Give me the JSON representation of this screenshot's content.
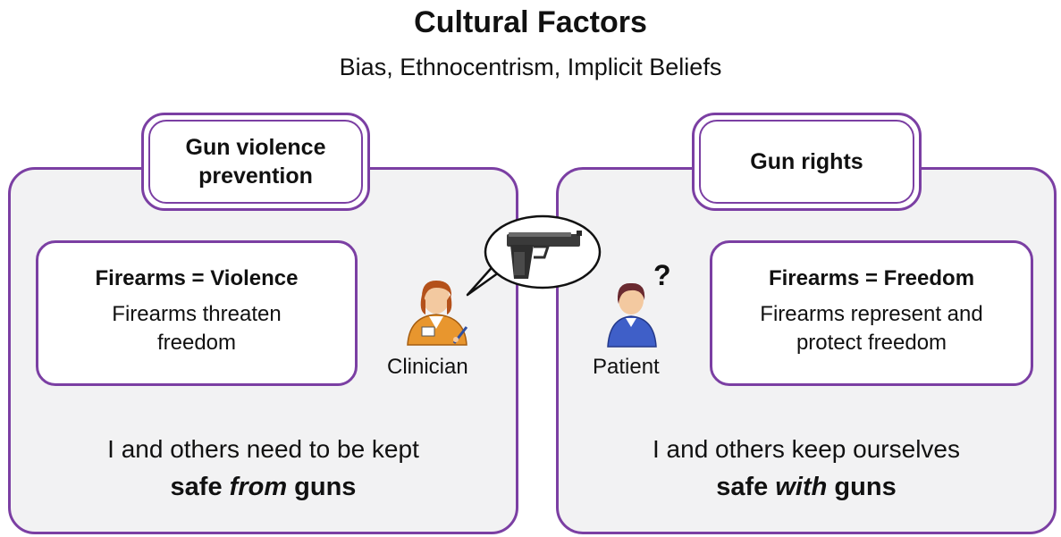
{
  "header": {
    "title": "Cultural Factors",
    "subtitle": "Bias, Ethnocentrism, Implicit Beliefs"
  },
  "left": {
    "tab_label": "Gun violence prevention",
    "card_title": "Firearms = Violence",
    "card_body": "Firearms threaten freedom",
    "role_label": "Clinician",
    "bottom_line1": "I and others need to be kept",
    "bottom_line2_pre": "safe ",
    "bottom_line2_emph": "from",
    "bottom_line2_post": " guns"
  },
  "right": {
    "tab_label": "Gun rights",
    "card_title": "Firearms = Freedom",
    "card_body": "Firearms represent and protect freedom",
    "role_label": "Patient",
    "question_mark": "?",
    "bottom_line1": "I and others keep ourselves",
    "bottom_line2_pre": "safe ",
    "bottom_line2_emph": "with",
    "bottom_line2_post": " guns"
  },
  "icons": {
    "speech_bubble": "speech-bubble-icon",
    "handgun": "handgun-icon",
    "clinician": "clinician-icon",
    "patient": "patient-icon"
  },
  "colors": {
    "frame_purple": "#7b3fa3",
    "panel_fill": "#f2f2f3"
  }
}
